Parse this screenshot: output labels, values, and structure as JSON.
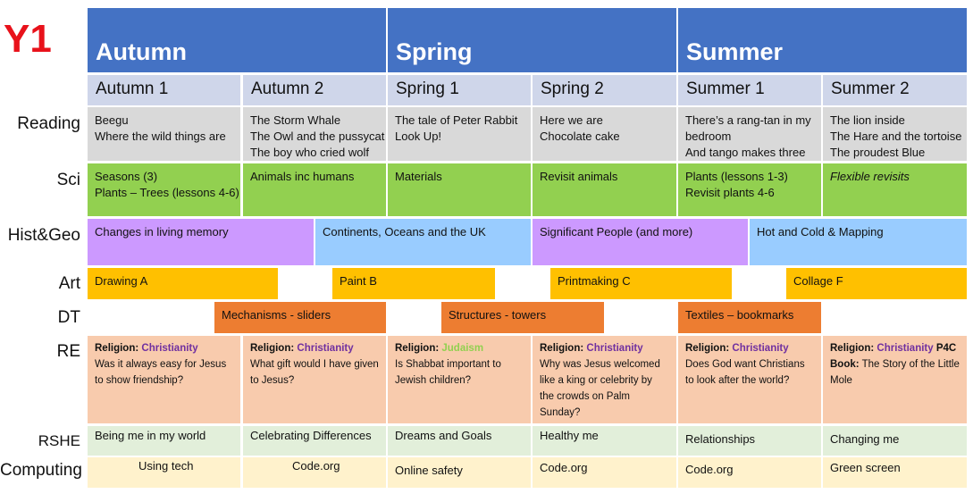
{
  "year": "Y1",
  "seasons": [
    "Autumn",
    "Spring",
    "Summer"
  ],
  "halves": [
    "Autumn 1",
    "Autumn 2",
    "Spring 1",
    "Spring 2",
    "Summer 1",
    "Summer 2"
  ],
  "row_labels": {
    "reading": "Reading",
    "sci": "Sci",
    "histgeo": "Hist&Geo",
    "art": "Art",
    "dt": "DT",
    "re": "RE",
    "rshe": "RSHE",
    "computing": "Computing"
  },
  "reading": [
    [
      "Beegu",
      "Where the wild things are"
    ],
    [
      "The Storm Whale",
      "The Owl and the pussycat",
      "The boy who cried wolf"
    ],
    [
      "The tale of Peter Rabbit",
      "Look Up!"
    ],
    [
      "Here we are",
      "Chocolate cake"
    ],
    [
      "There’s a rang-tan in my",
      "bedroom",
      "And tango makes three"
    ],
    [
      "The lion inside",
      "The Hare and the tortoise",
      "The proudest Blue"
    ]
  ],
  "science": [
    [
      "Seasons (3)",
      "Plants – Trees (lessons 4-6)"
    ],
    [
      "Animals inc humans"
    ],
    [
      "Materials"
    ],
    [
      "Revisit animals"
    ],
    [
      "Plants (lessons 1-3)",
      "Revisit plants 4-6"
    ],
    [
      "Flexible revisits"
    ]
  ],
  "histgeo": [
    "Changes in living memory",
    "Continents, Oceans and the UK",
    "Significant People (and more)",
    "Hot and Cold & Mapping"
  ],
  "art": [
    "Drawing A",
    "Paint B",
    "Printmaking C",
    "Collage F"
  ],
  "dt": [
    "Mechanisms  - sliders",
    "Structures - towers",
    "Textiles – bookmarks"
  ],
  "re": [
    {
      "prefix": "Religion: ",
      "religion": "Christianity",
      "suffix": "",
      "question": "Was it always easy for Jesus to show friendship?"
    },
    {
      "prefix": "Religion: ",
      "religion": "Christianity",
      "suffix": "",
      "question": "What gift would I have given to Jesus?"
    },
    {
      "prefix": "Religion: ",
      "religion": "Judaism",
      "suffix": "",
      "question": "Is Shabbat important to Jewish children?"
    },
    {
      "prefix": "Religion: ",
      "religion": "Christianity",
      "suffix": "",
      "question": "Why was Jesus welcomed like a king or celebrity by the crowds on Palm Sunday?"
    },
    {
      "prefix": "Religion: ",
      "religion": "Christianity",
      "suffix": "",
      "question": "Does God want Christians to look after the world?"
    },
    {
      "prefix": "Religion: ",
      "religion": "Christianity",
      "suffix": " P4C",
      "book_label": "Book:",
      "question": " The Story of the Little Mole"
    }
  ],
  "rshe": [
    "Being me in my world",
    "Celebrating Differences",
    "Dreams and Goals",
    "Healthy me",
    "Relationships",
    "Changing me"
  ],
  "computing": [
    "Using tech",
    "Code.org",
    "Online safety",
    "Code.org",
    "Code.org",
    "Green screen"
  ],
  "colors": {
    "season_header": "#4472c4",
    "half_header": "#cfd6ea",
    "reading": "#d9d9d9",
    "science": "#92d050",
    "histgeo_a": "#cc99ff",
    "histgeo_b": "#99ccff",
    "art": "#ffc000",
    "dt": "#ed7d31",
    "re": "#f8cbad",
    "christianity": "#7030a0",
    "judaism": "#92d050",
    "rshe": "#e2efda",
    "computing": "#fff2cc",
    "year": "#e8121b"
  }
}
